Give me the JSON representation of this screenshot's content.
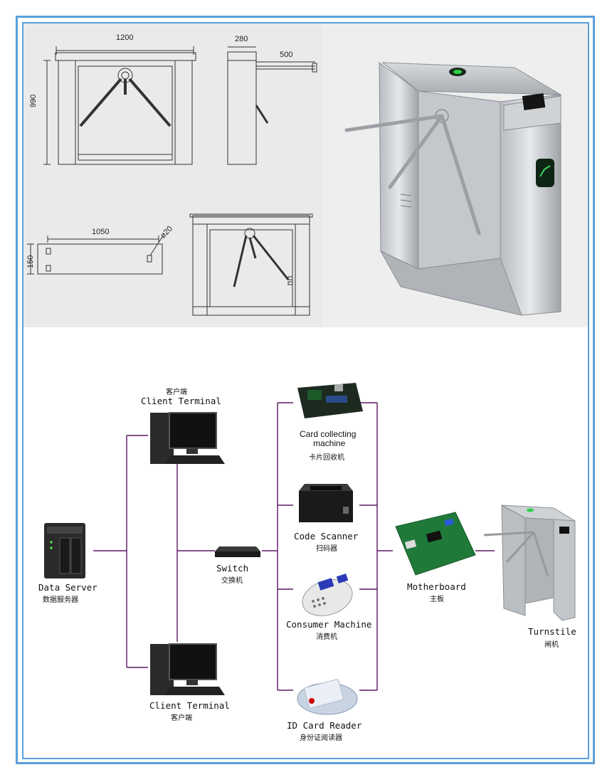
{
  "drawing": {
    "dim_width": "1200",
    "dim_height": "990",
    "dim_depth": "280",
    "dim_arm": "500",
    "dim_base_length": "1050",
    "dim_base_height": "150",
    "dim_hole": "ø20"
  },
  "diagram": {
    "line_color": "#5a1860",
    "client_top": {
      "zh": "客户端",
      "en": "Client Terminal"
    },
    "client_bottom": {
      "en": "Client Terminal",
      "zh": "客户端"
    },
    "data_server": {
      "en": "Data Server",
      "zh": "数据服务器"
    },
    "switch": {
      "en": "Switch",
      "zh": "交换机"
    },
    "card_collecting": {
      "en_line1": "Card collecting",
      "en_line2": "machine",
      "zh": "卡片回收机"
    },
    "code_scanner": {
      "en": "Code Scanner",
      "zh": "扫码器"
    },
    "consumer_machine": {
      "en": "Consumer Machine",
      "zh": "消费机"
    },
    "id_card_reader": {
      "en": "ID Card Reader",
      "zh": "身份证阅读器"
    },
    "motherboard": {
      "en": "Motherboard",
      "zh": "主板"
    },
    "turnstile": {
      "en": "Turnstile",
      "zh": "闸机"
    }
  }
}
